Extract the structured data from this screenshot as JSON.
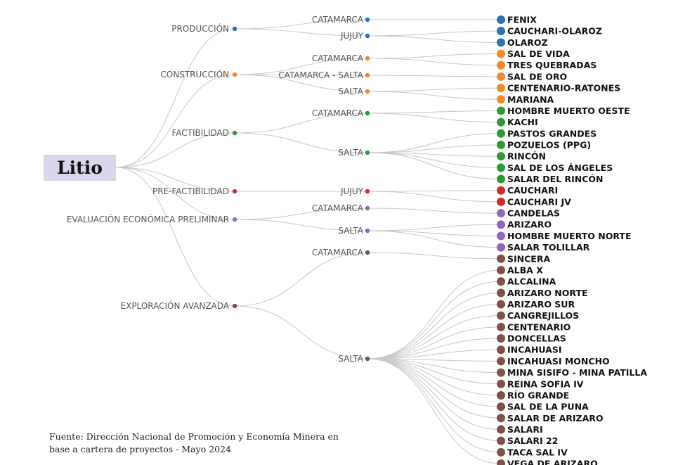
{
  "root": "Litio",
  "source": [
    "Fuente: Dirección Nacional de Promoción y Economía Minera en",
    "base a cartera de proyectos - Mayo 2024"
  ],
  "stages": [
    {
      "label": "PRODUCCIÓN",
      "color": "#2b72b3",
      "provinces": [
        {
          "label": "CATAMARCA",
          "projects": [
            "FENIX"
          ]
        },
        {
          "label": "JUJUY",
          "projects": [
            "CAUCHARI-OLAROZ",
            "OLAROZ"
          ]
        }
      ]
    },
    {
      "label": "CONSTRUCCIÓN",
      "color": "#f2892a",
      "provinces": [
        {
          "label": "CATAMARCA",
          "projects": [
            "SAL DE VIDA",
            "TRES QUEBRADAS"
          ]
        },
        {
          "label": "CATAMARCA - SALTA",
          "projects": [
            "SAL DE ORO"
          ]
        },
        {
          "label": "SALTA",
          "projects": [
            "CENTENARIO-RATONES",
            "MARIANA"
          ]
        }
      ]
    },
    {
      "label": "FACTIBILIDAD",
      "color": "#2e9a36",
      "provinces": [
        {
          "label": "CATAMARCA",
          "projects": [
            "HOMBRE MUERTO OESTE",
            "KACHI"
          ]
        },
        {
          "label": "SALTA",
          "projects": [
            "PASTOS GRANDES",
            "POZUELOS (PPG)",
            "RINCÓN",
            "SAL DE LOS ÁNGELES",
            "SALAR DEL RINCÓN"
          ]
        }
      ]
    },
    {
      "label": "PRE-FACTIBILIDAD",
      "color": "#d62a2a",
      "provinces": [
        {
          "label": "JUJUY",
          "projects": [
            "CAUCHARI",
            "CAUCHARI JV"
          ]
        }
      ]
    },
    {
      "label": "EVALUACIÓN ECONÓMICA PRELIMINAR",
      "color": "#9467bd",
      "provinces": [
        {
          "label": "CATAMARCA",
          "projects": [
            "CANDELAS"
          ]
        },
        {
          "label": "SALTA",
          "projects": [
            "ARIZARO",
            "HOMBRE MUERTO NORTE",
            "SALAR TOLILLAR"
          ]
        }
      ]
    },
    {
      "label": "EXPLORACIÓN AVANZADA",
      "color": "#7f5147",
      "provinces": [
        {
          "label": "CATAMARCA",
          "projects": [
            "SINCERA"
          ]
        },
        {
          "label": "SALTA",
          "projects": [
            "ALBA X",
            "ALCALINA",
            "ARIZARO NORTE",
            "ARIZARO SUR",
            "CANGREJILLOS",
            "CENTENARIO",
            "DONCELLAS",
            "INCAHUASI",
            "INCAHUASI MONCHO",
            "MINA SISIFO - MINA PATILLA",
            "REINA SOFIA IV",
            "RÍO GRANDE",
            "SAL DE LA PUNA",
            "SALAR DE ARIZARO",
            "SALARI",
            "SALARI 22",
            "TACA SAL IV",
            "VEGA DE ARIZARO"
          ]
        }
      ]
    }
  ]
}
